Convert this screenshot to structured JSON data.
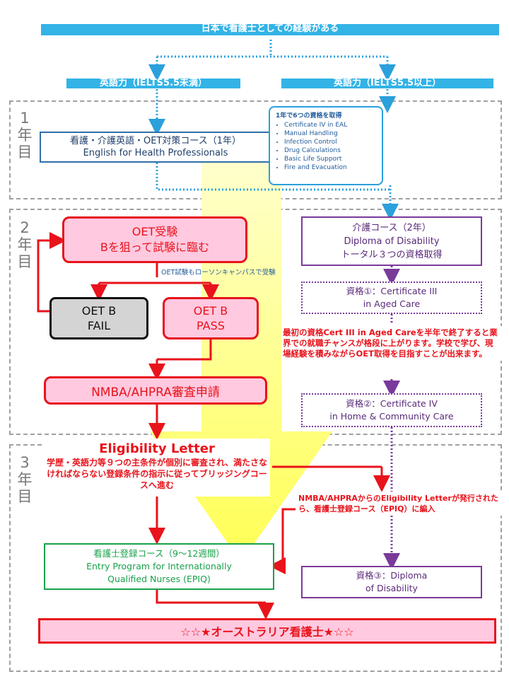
{
  "top_banner": "日本で看護士としての経験がある",
  "branch_left": "英語力（IELTS5.5未満）",
  "branch_right": "英語力（IELTS5.5以上）",
  "years": [
    "1\n年\n目",
    "2\n年\n目",
    "3\n年\n目"
  ],
  "year1": {
    "course_line1": "看護・介護英語・OET対策コース（1年）",
    "course_line2": "English for Health Professionals",
    "quals_title": "1年で6つの資格を取得",
    "quals": [
      "Certificate IV in EAL",
      "Manual Handling",
      "Infection Control",
      "Drug Calculations",
      "Basic Life Support",
      "Fire and Evacuation"
    ]
  },
  "year2": {
    "oet_line1": "OET受験",
    "oet_line2": "Bを狙って試験に臨む",
    "oet_note": "OET試験もローソンキャンパスで受験",
    "fail_line1": "OET B",
    "fail_line2": "FAIL",
    "pass_line1": "OET B",
    "pass_line2": "PASS",
    "nmba": "NMBA/AHPRA審査申請",
    "care_line1": "介護コース（2年）",
    "care_line2": "Diploma of Disability",
    "care_line3": "トータル３つの資格取得",
    "q1_line1": "資格①：Certificate III",
    "q1_line2": "in Aged Care",
    "cert_note": "最初の資格Cert III in Aged Careを半年で終了すると業界での就職チャンスが格段に上がります。学校で学び、現場経験を積みながらOET取得を目指すことが出来ます。",
    "q2_line1": "資格②：Certificate IV",
    "q2_line2": "in Home & Community Care"
  },
  "year3": {
    "eligibility_title": "Eligibility Letter",
    "eligibility_text": "学歴・英語力等９つの主条件が個別に審査され、満たさなければならない登録条件の指示に従ってブリッジングコースへ進む",
    "nmba_note": "NMBA/AHPRAからのEligibility Letterが発行されたら、看護士登録コース（EPIQ）に編入",
    "epiq_line1": "看護士登録コース（9〜12週間）",
    "epiq_line2": "Entry Program for Internationally",
    "epiq_line3": "Qualified Nurses (EPIQ)",
    "q3_line1": "資格③：Diploma",
    "q3_line2": "of Disability"
  },
  "final": "☆☆★オーストラリア看護士★☆☆",
  "colors": {
    "banner": "#33b3e6",
    "red": "#e8131b",
    "pink": "#ffc9e0",
    "purple": "#7a3a9a",
    "green": "#19a14a",
    "arrow": "#ffff66"
  }
}
